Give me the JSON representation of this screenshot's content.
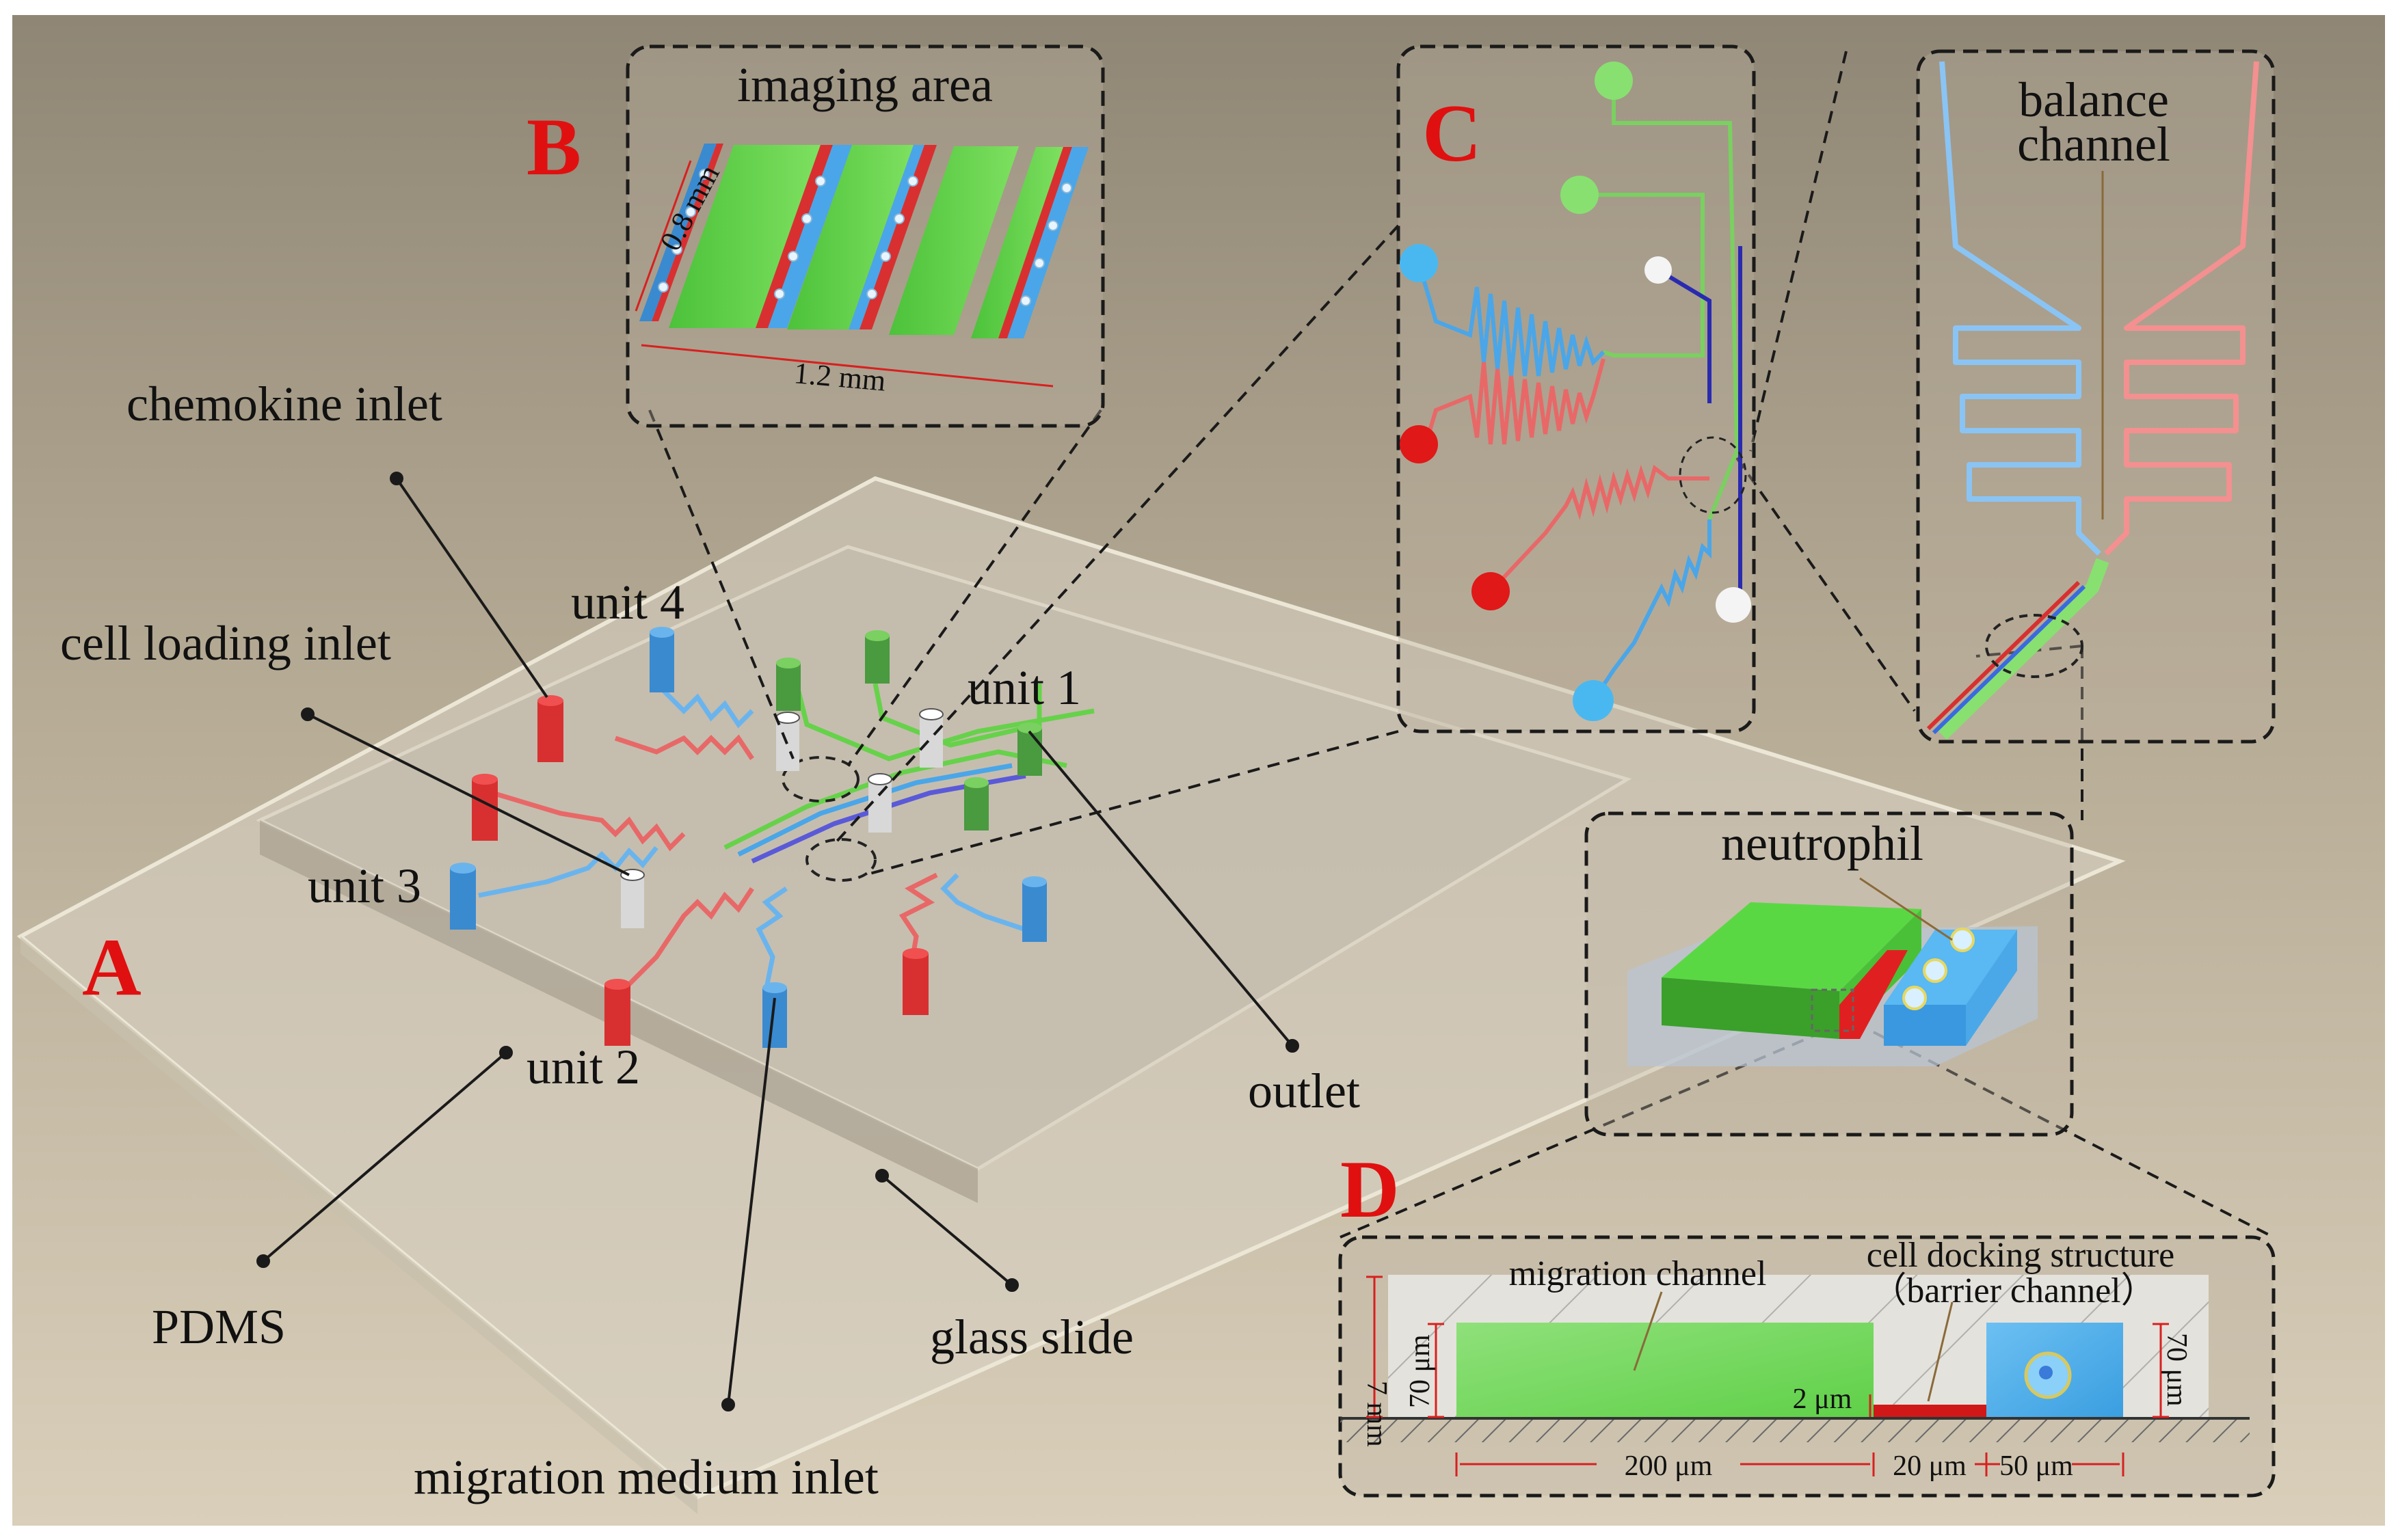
{
  "panels": {
    "A": "A",
    "B": "B",
    "C": "C",
    "D": "D"
  },
  "labels": {
    "imaging_area": "imaging area",
    "dim_08": "0.8 mm",
    "dim_12": "1.2 mm",
    "chemokine_inlet": "chemokine inlet",
    "cell_loading_inlet": "cell loading inlet",
    "unit_1": "unit 1",
    "unit_2": "unit 2",
    "unit_3": "unit 3",
    "unit_4": "unit 4",
    "outlet": "outlet",
    "pdms": "PDMS",
    "glass_slide": "glass slide",
    "migration_medium_inlet": "migration medium inlet",
    "balance_channel_1": "balance",
    "balance_channel_2": "channel",
    "neutrophil": "neutrophil",
    "migration_channel": "migration channel",
    "cell_docking_1": "cell docking structure",
    "cell_docking_2": "（barrier channel）",
    "dim_7mm": "7 mm",
    "dim_70_left": "70 μm",
    "dim_70_right": "70 μm",
    "dim_2um": "2 μm",
    "dim_200": "200 μm",
    "dim_20": "20 μm",
    "dim_50": "50 μm"
  },
  "colors": {
    "background": "#b1a792",
    "green": "#66d24a",
    "red": "#e03030",
    "blue": "#4aa6e8",
    "white_port": "#f2f2f2",
    "label_red": "#e01010",
    "text": "#111111"
  }
}
